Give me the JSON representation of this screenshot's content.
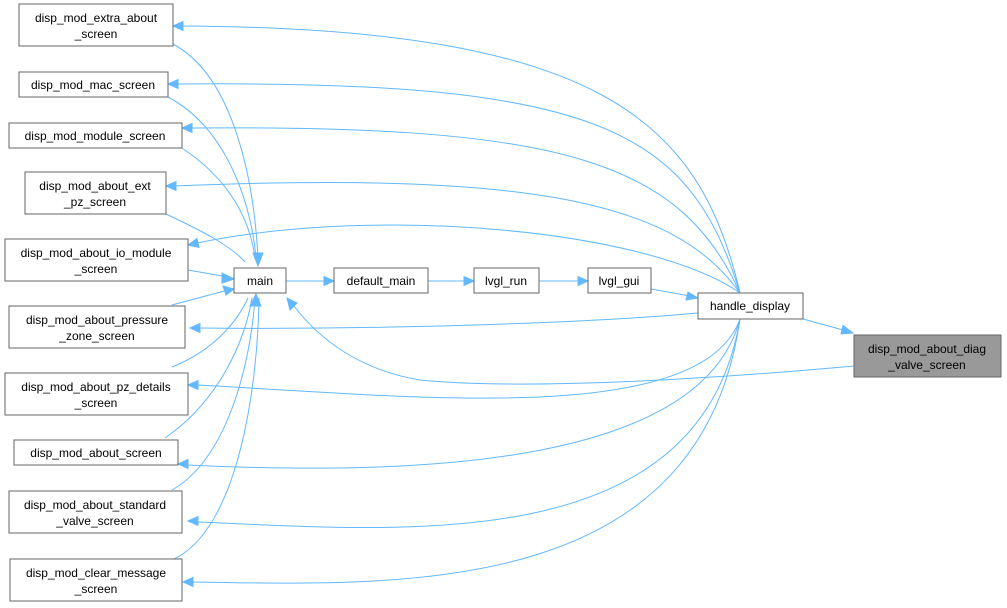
{
  "diagram": {
    "type": "doxygen-call-graph",
    "colors": {
      "edge": "#63b8ff",
      "node_border": "#666666",
      "node_fill": "#ffffff",
      "focus_fill": "#999999"
    },
    "nodes": [
      {
        "id": "n_extra_about",
        "lines": [
          "disp_mod_extra_about",
          "_screen"
        ]
      },
      {
        "id": "n_mac",
        "lines": [
          "disp_mod_mac_screen"
        ]
      },
      {
        "id": "n_module",
        "lines": [
          "disp_mod_module_screen"
        ]
      },
      {
        "id": "n_about_ext_pz",
        "lines": [
          "disp_mod_about_ext",
          "_pz_screen"
        ]
      },
      {
        "id": "n_about_io_module",
        "lines": [
          "disp_mod_about_io_module",
          "_screen"
        ]
      },
      {
        "id": "n_about_pressure",
        "lines": [
          "disp_mod_about_pressure",
          "_zone_screen"
        ]
      },
      {
        "id": "n_about_pz_details",
        "lines": [
          "disp_mod_about_pz_details",
          "_screen"
        ]
      },
      {
        "id": "n_about",
        "lines": [
          "disp_mod_about_screen"
        ]
      },
      {
        "id": "n_about_standard_valve",
        "lines": [
          "disp_mod_about_standard",
          "_valve_screen"
        ]
      },
      {
        "id": "n_clear_message",
        "lines": [
          "disp_mod_clear_message",
          "_screen"
        ]
      },
      {
        "id": "n_main",
        "lines": [
          "main"
        ]
      },
      {
        "id": "n_default_main",
        "lines": [
          "default_main"
        ]
      },
      {
        "id": "n_lvgl_run",
        "lines": [
          "lvgl_run"
        ]
      },
      {
        "id": "n_lvgl_gui",
        "lines": [
          "lvgl_gui"
        ]
      },
      {
        "id": "n_handle_display",
        "lines": [
          "handle_display"
        ]
      },
      {
        "id": "n_diag_valve",
        "lines": [
          "disp_mod_about_diag",
          "_valve_screen"
        ],
        "focus": true
      }
    ]
  }
}
